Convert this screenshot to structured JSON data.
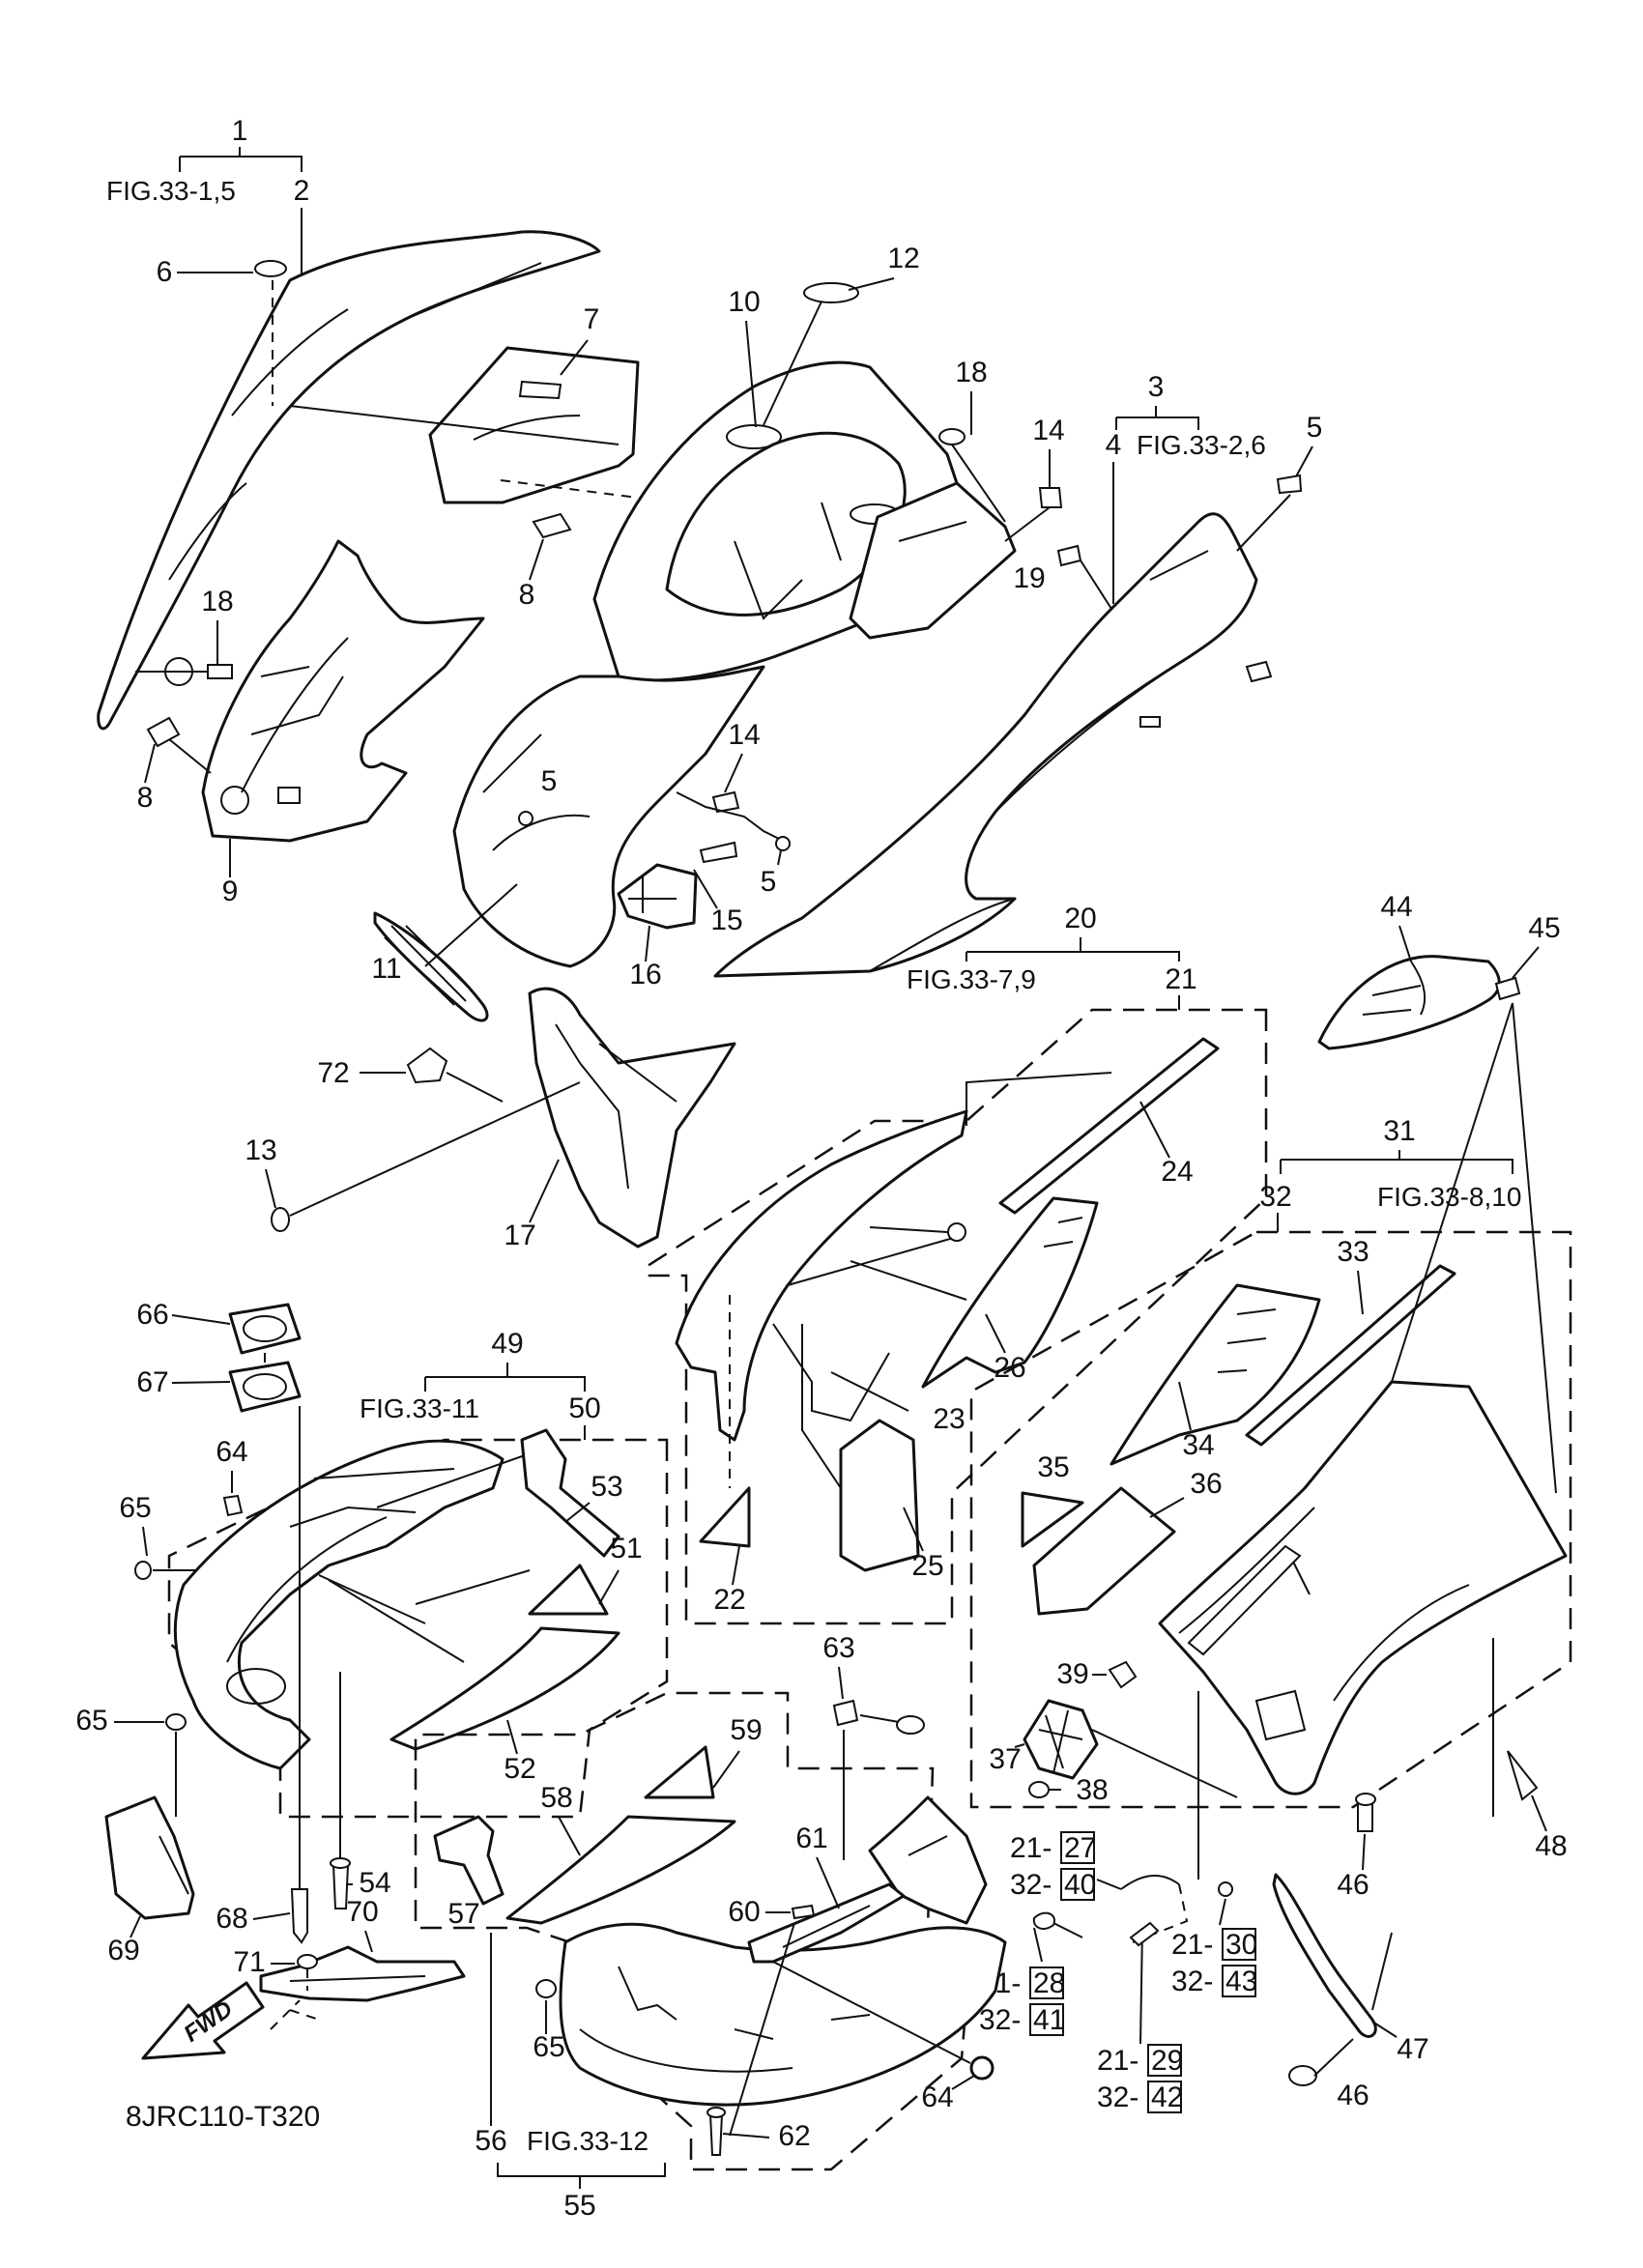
{
  "drawing_code": "8JRC110-T320",
  "fwd_label": "FWD",
  "figure_refs": {
    "g1": "FIG.33-1,5",
    "g3": "FIG.33-2,6",
    "g20": "FIG.33-7,9",
    "g31": "FIG.33-8,10",
    "g49": "FIG.33-11",
    "g55": "FIG.33-12"
  },
  "group_labels": {
    "g1": "1",
    "g1_sub": "2",
    "g3": "3",
    "g3_sub": "4",
    "g20": "20",
    "g20_sub": "21",
    "g31": "31",
    "g31_sub": "32",
    "g49": "49",
    "g49_sub": "50",
    "g55": "55",
    "g55_sub": "56"
  },
  "callouts": {
    "c6": "6",
    "c7": "7",
    "c8a": "8",
    "c8b": "8",
    "c9": "9",
    "c10": "10",
    "c11": "11",
    "c12": "12",
    "c13": "13",
    "c14a": "14",
    "c14b": "14",
    "c15": "15",
    "c16": "16",
    "c17": "17",
    "c18a": "18",
    "c18b": "18",
    "c19": "19",
    "c5a": "5",
    "c5b": "5",
    "c5c": "5",
    "c22": "22",
    "c23": "23",
    "c24": "24",
    "c25": "25",
    "c26": "26",
    "c33": "33",
    "c34": "34",
    "c35": "35",
    "c36": "36",
    "c37": "37",
    "c38": "38",
    "c39": "39",
    "c44": "44",
    "c45": "45",
    "c46a": "46",
    "c46b": "46",
    "c47": "47",
    "c48": "48",
    "c51": "51",
    "c52": "52",
    "c53": "53",
    "c54": "54",
    "c57": "57",
    "c58": "58",
    "c59": "59",
    "c60": "60",
    "c61": "61",
    "c62": "62",
    "c63": "63",
    "c64a": "64",
    "c64b": "64",
    "c65a": "65",
    "c65b": "65",
    "c65c": "65",
    "c66": "66",
    "c67": "67",
    "c68": "68",
    "c69": "69",
    "c70": "70",
    "c71": "71",
    "c72": "72"
  },
  "kit_rows": {
    "r1a": "21-",
    "r1b": "27",
    "r2a": "32-",
    "r2b": "40",
    "r3a": "21-",
    "r3b": "28",
    "r4a": "32-",
    "r4b": "41",
    "r5a": "21-",
    "r5b": "29",
    "r6a": "32-",
    "r6b": "42",
    "r7a": "21-",
    "r7b": "30",
    "r8a": "32-",
    "r8b": "43"
  }
}
